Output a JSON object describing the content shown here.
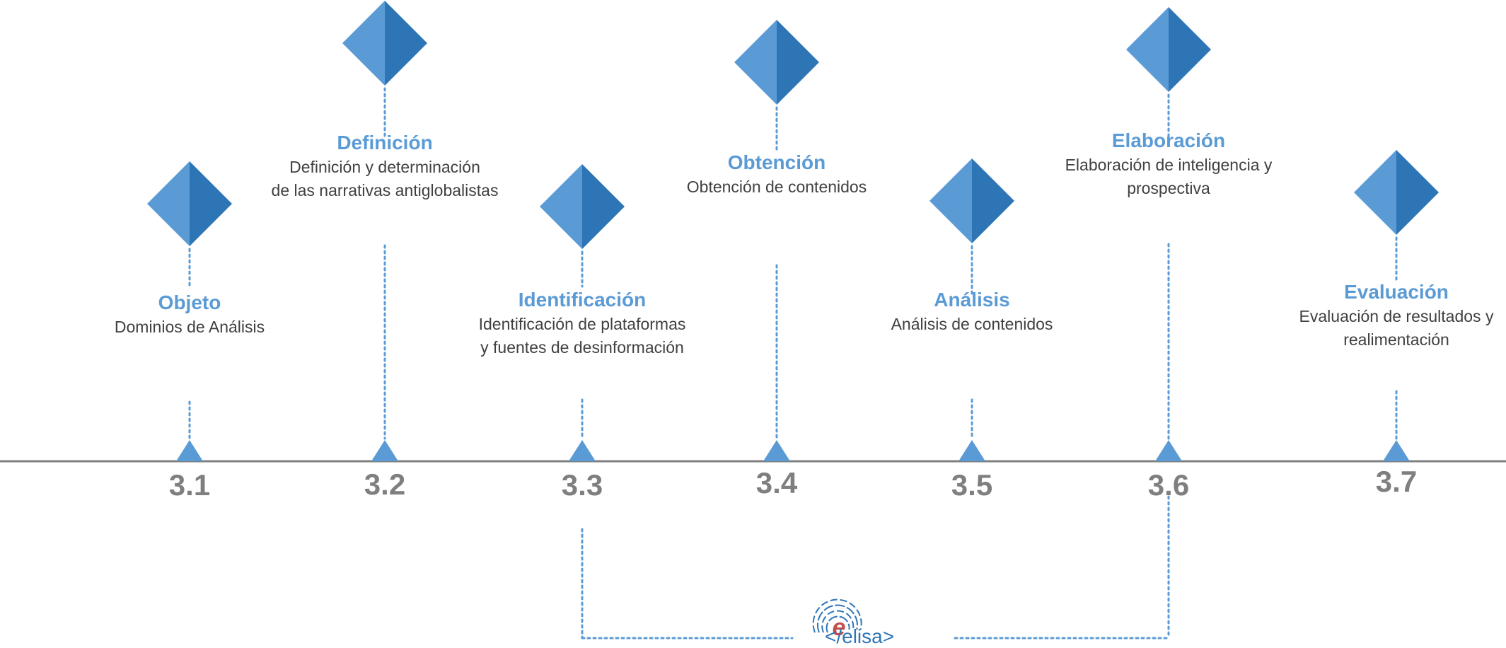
{
  "colors": {
    "accent": "#5b9bd5",
    "accent_dark": "#2e75b6",
    "timeline": "#7f7f7f",
    "text": "#404040",
    "logo_mark": "#c0504d"
  },
  "timeline": {
    "steps": [
      {
        "number": "3.1",
        "title": "Objeto",
        "desc_lines": [
          "Dominios de Análisis"
        ]
      },
      {
        "number": "3.2",
        "title": "Definición",
        "desc_lines": [
          "Definición y determinación",
          "de las narrativas antiglobalistas"
        ]
      },
      {
        "number": "3.3",
        "title": "Identificación",
        "desc_lines": [
          "Identificación de plataformas",
          "y fuentes de desinformación"
        ]
      },
      {
        "number": "3.4",
        "title": "Obtención",
        "desc_lines": [
          "Obtención de contenidos"
        ]
      },
      {
        "number": "3.5",
        "title": "Análisis",
        "desc_lines": [
          "Análisis de contenidos"
        ]
      },
      {
        "number": "3.6",
        "title": "Elaboración",
        "desc_lines": [
          "Elaboración de inteligencia y",
          "prospectiva"
        ]
      },
      {
        "number": "3.7",
        "title": "Evaluación",
        "desc_lines": [
          "Evaluación de resultados y",
          "realimentación"
        ]
      }
    ]
  },
  "logo": {
    "mark": "e",
    "text": "</elisa>",
    "icon": "fingerprint-icon"
  }
}
